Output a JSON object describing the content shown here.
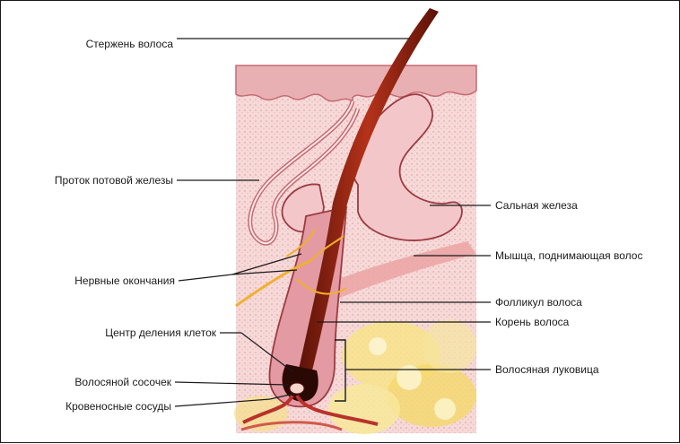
{
  "labels": {
    "hair_shaft": "Стержень волоса",
    "sweat_duct": "Проток потовой железы",
    "nerve_endings": "Нервные окончания",
    "cell_division_center": "Центр деления клеток",
    "hair_papilla": "Волосяной сосочек",
    "blood_vessels": "Кровеносные сосуды",
    "sebaceous_gland": "Сальная железа",
    "arrector_muscle": "Мышца, поднимающая волос",
    "hair_follicle": "Фолликул волоса",
    "hair_root": "Корень волоса",
    "hair_bulb": "Волосяная луковица"
  },
  "colors": {
    "skin_pink": "#f2c8c8",
    "epidermis": "#e8a9ad",
    "hair": "#8b1e0f",
    "hair_dark": "#3a0a05",
    "fat_yellow": "#f7e27a",
    "nerve_yellow": "#f0b030",
    "muscle": "#e9a0a0",
    "line": "#1a1a1a"
  }
}
